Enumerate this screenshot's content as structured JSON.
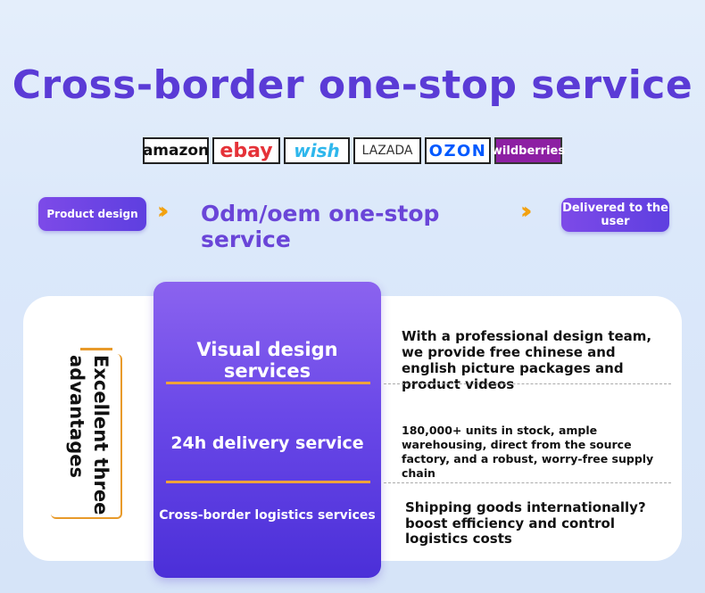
{
  "title": "Cross-border one-stop service",
  "logos": [
    "amazon",
    "ebay",
    "wish",
    "LAZADA",
    "OZON",
    "wildberries"
  ],
  "flow": {
    "left": "Product design",
    "middle": "Odm/oem one-stop service",
    "right": "Delivered to the user"
  },
  "side_label": "Excellent three advantages",
  "services": [
    {
      "name": "Visual design services",
      "desc": "With a professional design team, we provide free chinese and english picture packages and product videos"
    },
    {
      "name": "24h delivery service",
      "desc": "180,000+ units in stock, ample warehousing, direct from the source factory, and a robust, worry-free supply chain"
    },
    {
      "name": "Cross-border logistics services",
      "desc": "Shipping goods internationally? boost efficiency and control logistics costs"
    }
  ],
  "colors": {
    "accent": "#5a3bd6",
    "orange": "#f0a23a"
  }
}
